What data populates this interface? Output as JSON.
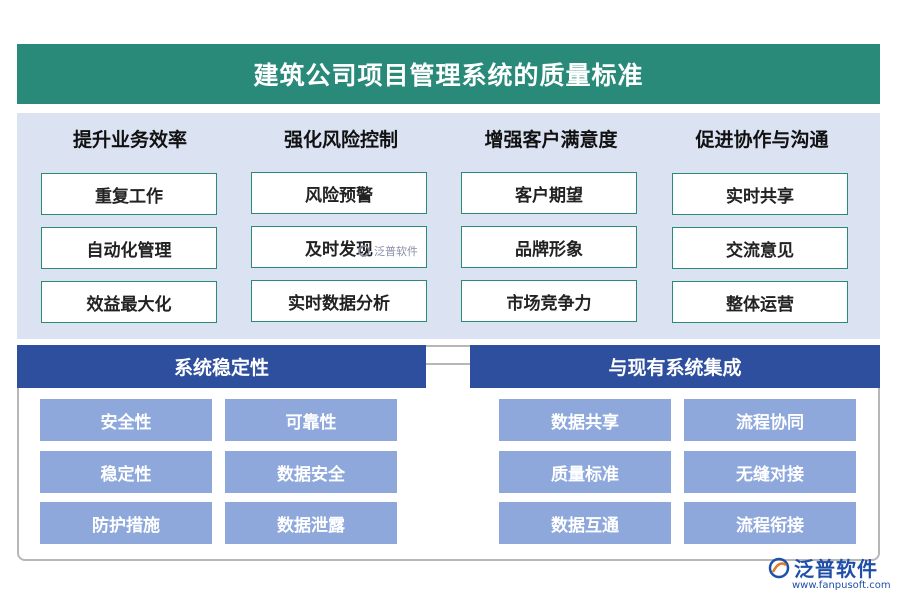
{
  "title": "建筑公司项目管理系统的质量标准",
  "top_columns": [
    {
      "heading": "提升业务效率",
      "items": [
        "重复工作",
        "自动化管理",
        "效益最大化"
      ]
    },
    {
      "heading": "强化风险控制",
      "items": [
        "风险预警",
        "及时发现",
        "实时数据分析"
      ]
    },
    {
      "heading": "增强客户满意度",
      "items": [
        "客户期望",
        "品牌形象",
        "市场竞争力"
      ]
    },
    {
      "heading": "促进协作与沟通",
      "items": [
        "实时共享",
        "交流意见",
        "整体运营"
      ]
    }
  ],
  "bottom_sections": [
    {
      "heading": "系统稳定性",
      "items": [
        "安全性",
        "可靠性",
        "稳定性",
        "数据安全",
        "防护措施",
        "数据泄露"
      ]
    },
    {
      "heading": "与现有系统集成",
      "items": [
        "数据共享",
        "流程协同",
        "质量标准",
        "无缝对接",
        "数据互通",
        "流程衔接"
      ]
    }
  ],
  "watermark": "泛普软件",
  "logo": {
    "name": "泛普软件",
    "url": "www.fanpusoft.com",
    "icon": "fanpu-logo-icon"
  },
  "colors": {
    "title": "#2a8a7a",
    "panel": "#dbe3f3",
    "section_head": "#2e4f9e",
    "box": "#8ea8dc"
  }
}
